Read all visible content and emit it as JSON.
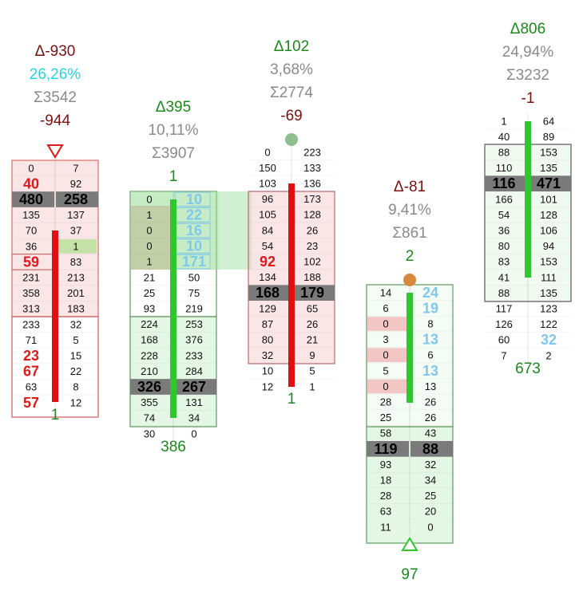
{
  "chart_data": {
    "type": "table",
    "colors": {
      "delta_positive": "#1a8a1a",
      "delta_negative": "#7a1010",
      "pct_highlight": "#22d6e6",
      "muted": "#8a8a8a",
      "ask_highlight": "#7ec8f0",
      "bid_highlight": "#e01818",
      "poc_bg": "#7a7a7a",
      "bar_up": "#2ec82e",
      "bar_down": "#e01010"
    },
    "candles": [
      {
        "delta": "Δ-930",
        "delta_color": "#7a1010",
        "percent": "26,26%",
        "percent_color": "#22d6e6",
        "total": "Σ3542",
        "extra": "-944",
        "extra_color": "#7a1010",
        "marker": "triangle-down",
        "footer": "1",
        "direction": "down",
        "rows": [
          {
            "bid": "0",
            "ask": "7"
          },
          {
            "bid": "40",
            "ask": "92",
            "bid_hl": true
          },
          {
            "bid": "480",
            "ask": "258",
            "poc": true
          },
          {
            "bid": "135",
            "ask": "137"
          },
          {
            "bid": "70",
            "ask": "37"
          },
          {
            "bid": "36",
            "ask": "1",
            "ask_bg": "green"
          },
          {
            "bid": "59",
            "ask": "83",
            "bid_hl": true
          },
          {
            "bid": "231",
            "ask": "213"
          },
          {
            "bid": "358",
            "ask": "201"
          },
          {
            "bid": "313",
            "ask": "183"
          },
          {
            "bid": "233",
            "ask": "32"
          },
          {
            "bid": "71",
            "ask": "5"
          },
          {
            "bid": "23",
            "ask": "15",
            "bid_hl": true
          },
          {
            "bid": "67",
            "ask": "22",
            "bid_hl": true
          },
          {
            "bid": "63",
            "ask": "8"
          },
          {
            "bid": "57",
            "ask": "12",
            "bid_hl": true
          }
        ]
      },
      {
        "delta": "Δ395",
        "delta_color": "#1a8a1a",
        "percent": "10,11%",
        "percent_color": "#8a8a8a",
        "total": "Σ3907",
        "extra": "1",
        "extra_color": "#1a8a1a",
        "marker": "",
        "footer": "386",
        "direction": "up",
        "rows": [
          {
            "bid": "0",
            "ask": "10",
            "ask_hl": true,
            "imb": true
          },
          {
            "bid": "1",
            "ask": "22",
            "ask_hl": true,
            "imb": true
          },
          {
            "bid": "0",
            "ask": "16",
            "ask_hl": true,
            "imb": true
          },
          {
            "bid": "0",
            "ask": "10",
            "ask_hl": true,
            "imb": true
          },
          {
            "bid": "1",
            "ask": "171",
            "ask_hl": true,
            "imb": true
          },
          {
            "bid": "21",
            "ask": "50"
          },
          {
            "bid": "25",
            "ask": "75"
          },
          {
            "bid": "93",
            "ask": "219"
          },
          {
            "bid": "224",
            "ask": "253"
          },
          {
            "bid": "168",
            "ask": "376"
          },
          {
            "bid": "228",
            "ask": "233"
          },
          {
            "bid": "210",
            "ask": "284"
          },
          {
            "bid": "326",
            "ask": "267",
            "poc": true
          },
          {
            "bid": "355",
            "ask": "131"
          },
          {
            "bid": "74",
            "ask": "34"
          },
          {
            "bid": "30",
            "ask": "0"
          }
        ]
      },
      {
        "delta": "Δ102",
        "delta_color": "#1a8a1a",
        "percent": "3,68%",
        "percent_color": "#8a8a8a",
        "total": "Σ2774",
        "extra": "-69",
        "extra_color": "#7a1010",
        "marker": "circle-green",
        "footer": "1",
        "direction": "down",
        "rows": [
          {
            "bid": "0",
            "ask": "223"
          },
          {
            "bid": "150",
            "ask": "133"
          },
          {
            "bid": "103",
            "ask": "136"
          },
          {
            "bid": "96",
            "ask": "173"
          },
          {
            "bid": "105",
            "ask": "128"
          },
          {
            "bid": "84",
            "ask": "26"
          },
          {
            "bid": "54",
            "ask": "23"
          },
          {
            "bid": "92",
            "ask": "102",
            "bid_hl": true
          },
          {
            "bid": "134",
            "ask": "188"
          },
          {
            "bid": "168",
            "ask": "179",
            "poc": true
          },
          {
            "bid": "129",
            "ask": "65"
          },
          {
            "bid": "87",
            "ask": "26"
          },
          {
            "bid": "80",
            "ask": "21"
          },
          {
            "bid": "32",
            "ask": "9"
          },
          {
            "bid": "10",
            "ask": "5"
          },
          {
            "bid": "12",
            "ask": "1"
          }
        ]
      },
      {
        "delta": "Δ-81",
        "delta_color": "#7a1010",
        "percent": "9,41%",
        "percent_color": "#8a8a8a",
        "total": "Σ861",
        "extra": "2",
        "extra_color": "#1a8a1a",
        "marker": "circle-orange",
        "footer": "97",
        "bottom_marker": "triangle-up",
        "direction": "up",
        "rows": [
          {
            "bid": "14",
            "ask": "24",
            "ask_hl": true
          },
          {
            "bid": "6",
            "ask": "19",
            "ask_hl": true
          },
          {
            "bid": "0",
            "ask": "8",
            "bid_bg": "red"
          },
          {
            "bid": "3",
            "ask": "13",
            "ask_hl": true
          },
          {
            "bid": "0",
            "ask": "6",
            "bid_bg": "red"
          },
          {
            "bid": "5",
            "ask": "13",
            "ask_hl": true
          },
          {
            "bid": "0",
            "ask": "13",
            "bid_bg": "red"
          },
          {
            "bid": "28",
            "ask": "26"
          },
          {
            "bid": "25",
            "ask": "26"
          },
          {
            "bid": "58",
            "ask": "43"
          },
          {
            "bid": "119",
            "ask": "88",
            "poc": true
          },
          {
            "bid": "93",
            "ask": "32"
          },
          {
            "bid": "18",
            "ask": "34"
          },
          {
            "bid": "28",
            "ask": "25"
          },
          {
            "bid": "63",
            "ask": "20"
          },
          {
            "bid": "11",
            "ask": "0"
          }
        ]
      },
      {
        "delta": "Δ806",
        "delta_color": "#1a8a1a",
        "percent": "24,94%",
        "percent_color": "#8a8a8a",
        "total": "Σ3232",
        "extra": "-1",
        "extra_color": "#7a1010",
        "marker": "",
        "footer": "673",
        "direction": "up",
        "rows": [
          {
            "bid": "1",
            "ask": "64"
          },
          {
            "bid": "40",
            "ask": "89"
          },
          {
            "bid": "88",
            "ask": "153"
          },
          {
            "bid": "110",
            "ask": "135"
          },
          {
            "bid": "116",
            "ask": "471",
            "poc": true
          },
          {
            "bid": "166",
            "ask": "101"
          },
          {
            "bid": "54",
            "ask": "128"
          },
          {
            "bid": "36",
            "ask": "106"
          },
          {
            "bid": "80",
            "ask": "94"
          },
          {
            "bid": "83",
            "ask": "153"
          },
          {
            "bid": "41",
            "ask": "111"
          },
          {
            "bid": "88",
            "ask": "135"
          },
          {
            "bid": "117",
            "ask": "123"
          },
          {
            "bid": "126",
            "ask": "122"
          },
          {
            "bid": "60",
            "ask": "32",
            "ask_hl": true
          },
          {
            "bid": "7",
            "ask": "2"
          }
        ]
      }
    ]
  }
}
